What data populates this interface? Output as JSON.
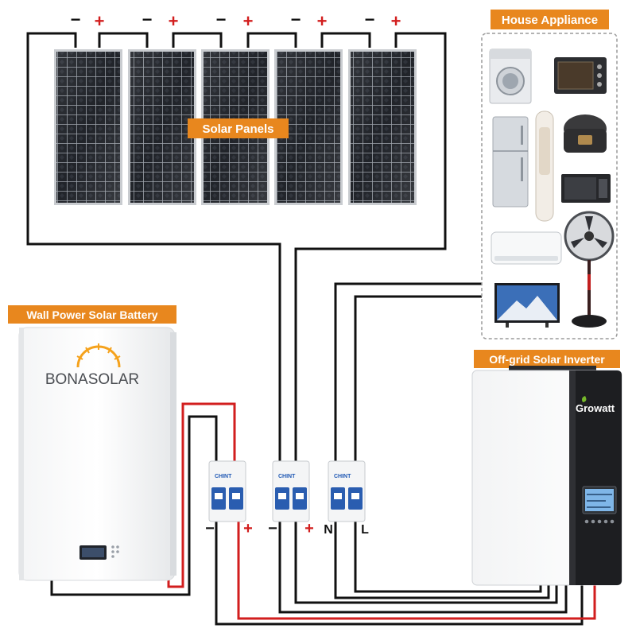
{
  "labels": {
    "solar_panels": "Solar Panels",
    "house_appliance": "House Appliance",
    "battery": "Wall Power Solar Battery",
    "inverter": "Off-grid Solar Inverter"
  },
  "brands": {
    "battery": "BONASOLAR",
    "inverter": "Growatt",
    "breaker": "CHINT"
  },
  "terminals": {
    "panel_neg": "−",
    "panel_pos": "+",
    "battery_neg": "−",
    "battery_pos": "+",
    "pv_neg": "−",
    "pv_pos": "+",
    "neutral": "N",
    "line": "L"
  },
  "colors": {
    "accent": "#e8871e",
    "wire_black": "#111111",
    "wire_red": "#d21e1e",
    "panel": "#1b1d22"
  }
}
